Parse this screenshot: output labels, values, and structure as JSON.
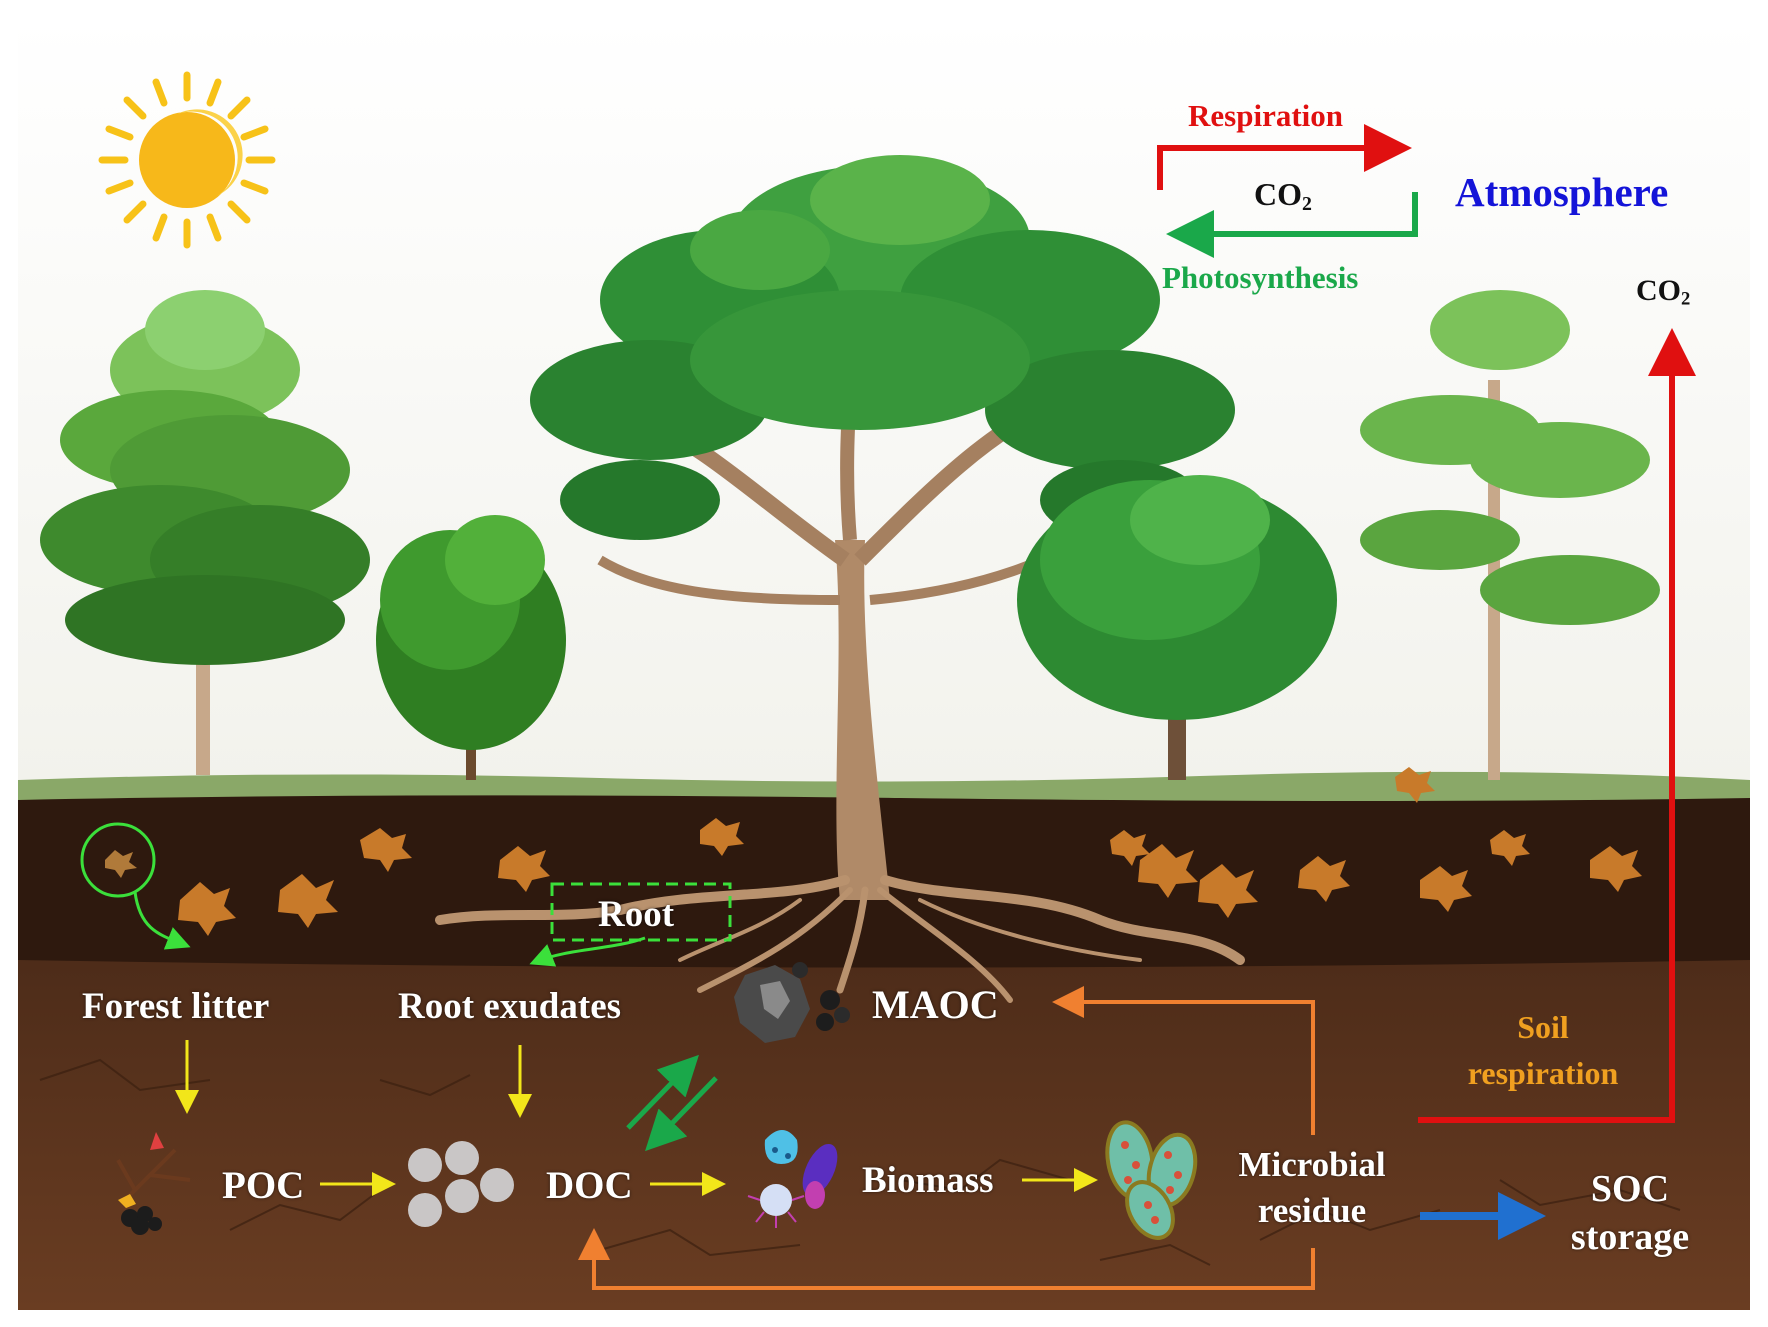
{
  "atmosphere": {
    "title": "Atmosphere",
    "respiration_label": "Respiration",
    "photosynthesis_label": "Photosynthesis",
    "co2_exchange": {
      "main": "CO",
      "sub": "2"
    },
    "co2_soil": {
      "main": "CO",
      "sub": "2"
    }
  },
  "soil": {
    "root_label": "Root",
    "forest_litter": "Forest litter",
    "root_exudates": "Root exudates",
    "maoc": "MAOC",
    "poc": "POC",
    "doc": "DOC",
    "biomass": "Biomass",
    "microbial_residue_line1": "Microbial",
    "microbial_residue_line2": "residue",
    "soil_respiration_line1": "Soil",
    "soil_respiration_line2": "respiration",
    "soc_storage_line1": "SOC",
    "soc_storage_line2": "storage"
  },
  "colors": {
    "respiration": "#e01010",
    "photosynthesis": "#1aa84a",
    "atmosphere": "#1414d8",
    "soil_respiration": "#f0a020",
    "litter_arrow": "#f2e61a",
    "residue_loop": "#f08030",
    "soc_arrow": "#2070d0",
    "root_box": "#3be03b"
  }
}
